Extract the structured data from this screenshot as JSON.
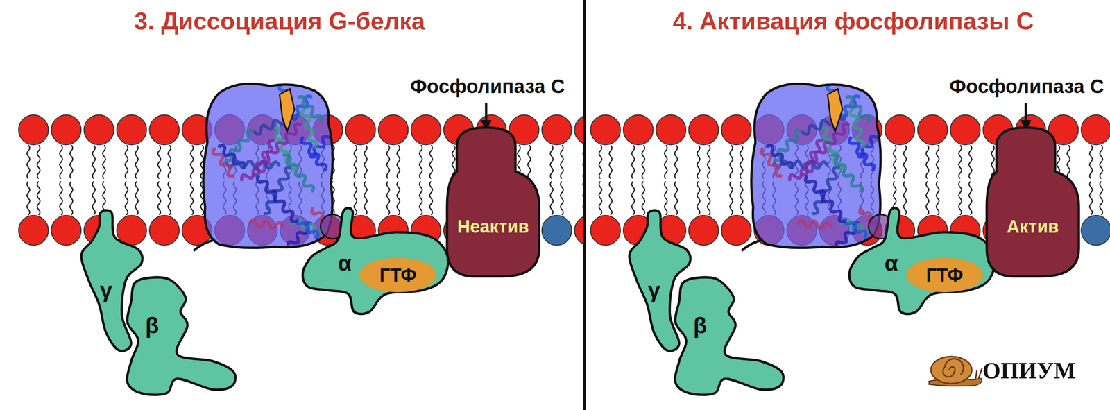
{
  "diagram": {
    "nodes": [
      {
        "text": [
          "γ",
          "β"
        ]
      },
      {
        "text": [
          "α"
        ]
      },
      {
        "text": [
          "ГТФ"
        ],
        "in": 1
      },
      {
        "text": [
          "Неактив"
        ]
      },
      {
        "text": [
          "γ",
          "β"
        ]
      },
      {
        "text": [
          "α"
        ]
      },
      {
        "text": [
          "ГТФ"
        ],
        "in": 5
      },
      {
        "text": [
          "Актив"
        ]
      }
    ],
    "labels": [
      "3. Диссоциация G-белка",
      "Фосфолипаза С",
      "4. Активация фосфолипазы С",
      "Фосфолипаза С",
      "ОПИУМ"
    ]
  }
}
